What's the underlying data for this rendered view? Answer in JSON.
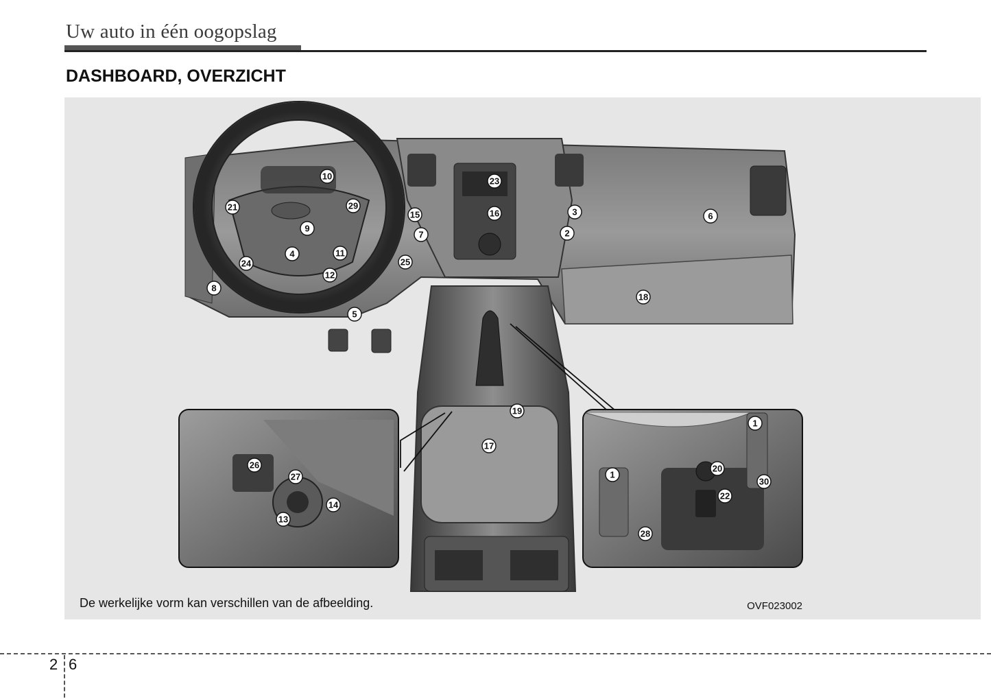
{
  "header": {
    "chapter_title": "Uw auto in één oogopslag",
    "section_title": "DASHBOARD, OVERZICHT"
  },
  "figure": {
    "caption": "De werkelijke vorm kan verschillen van de afbeelding.",
    "code": "OVF023002",
    "callouts": [
      "1",
      "1",
      "2",
      "3",
      "4",
      "5",
      "6",
      "7",
      "8",
      "9",
      "10",
      "11",
      "12",
      "13",
      "14",
      "15",
      "16",
      "17",
      "18",
      "19",
      "20",
      "21",
      "22",
      "23",
      "24",
      "25",
      "26",
      "27",
      "28",
      "29",
      "30"
    ]
  },
  "footer": {
    "chapter_number": "2",
    "page_number": "6"
  }
}
